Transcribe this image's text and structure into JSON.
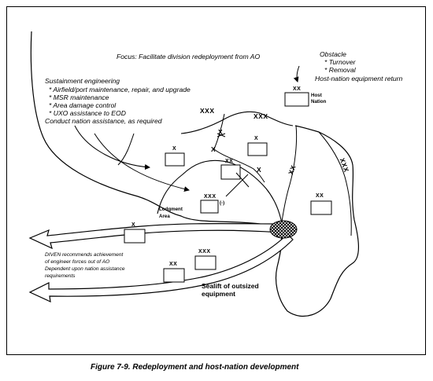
{
  "focus": "Focus:  Facilitate division redeployment from AO",
  "obstacle": {
    "title": "Obstacle",
    "items": [
      "* Turnover",
      "* Removal"
    ],
    "return": "Host-nation equipment return"
  },
  "sustainment": {
    "title": "Sustainment engineering",
    "items": [
      "* Airfield/port maintenance, repair, and upgrade",
      "* MSR maintenance",
      "* Area damage control",
      "* UXO assistance to EOD"
    ],
    "footer": "Conduct nation assistance, as required"
  },
  "host_nation": {
    "echelon": "XX",
    "label_line1": "Host",
    "label_line2": "Nation"
  },
  "boundaries": {
    "corps_left": "XXX",
    "corps_right": "XXX",
    "div_x1": "X",
    "div_x2": "X",
    "div_x3": "X",
    "right_xx": "XX",
    "right_xxx": "XXX"
  },
  "units": {
    "brigade_left": "X",
    "brigade_right": "X",
    "division_center": "XX",
    "corps_lodgment": "XXX",
    "corps_lodgment_suffix": "(-)",
    "division_right": "XX",
    "brigade_lower": "X",
    "division_lower": "XX",
    "corps_lower": "XXX"
  },
  "lodgment": {
    "line1": "Lodgment",
    "line2": "Area"
  },
  "diven": {
    "line1": "DIVEN recommends achievement",
    "line2": "of engineer forces out of AO",
    "line3": "Dependent upon nation assistance",
    "line4": "requirements"
  },
  "sealift": {
    "line1": "Sealift of outsized",
    "line2": "equipment"
  },
  "caption": "Figure  7-9.  Redeployment and host-nation development"
}
